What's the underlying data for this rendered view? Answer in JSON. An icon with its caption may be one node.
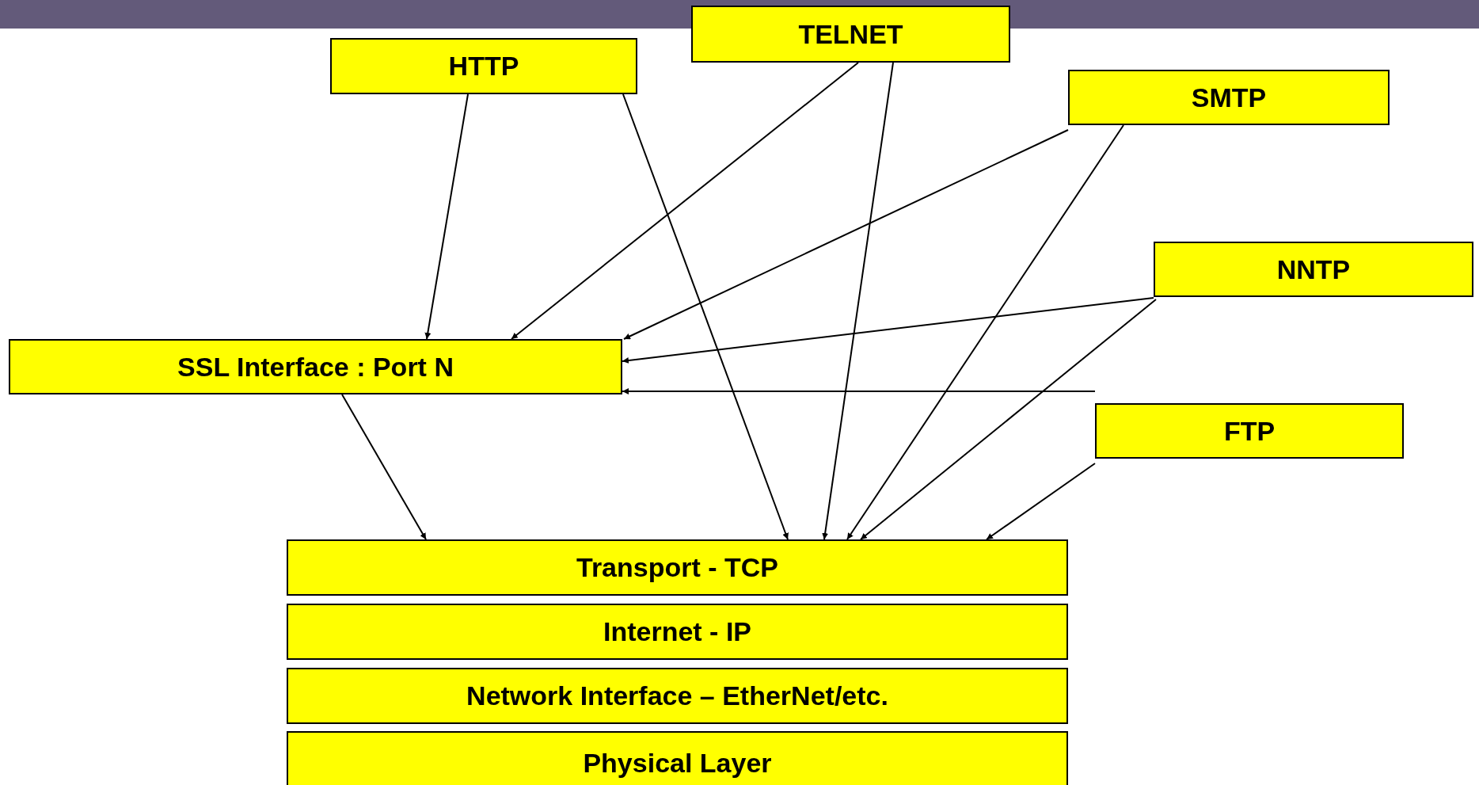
{
  "diagram": {
    "nodes": [
      {
        "text": [
          "TELNET"
        ]
      },
      {
        "text": [
          "HTTP"
        ]
      },
      {
        "text": [
          "SMTP"
        ]
      },
      {
        "text": [
          "NNTP"
        ]
      },
      {
        "text": [
          "SSL Interface : Port N"
        ]
      },
      {
        "text": [
          "FTP"
        ]
      },
      {
        "text": [
          "Transport - TCP"
        ]
      },
      {
        "text": [
          "Internet - IP"
        ]
      },
      {
        "text": [
          "Network Interface – EtherNet/etc."
        ]
      },
      {
        "text": [
          "Physical Layer"
        ]
      }
    ],
    "edges": [
      {
        "from": 1,
        "to": 4,
        "arrow": "to"
      },
      {
        "from": 1,
        "to": 6,
        "arrow": "to"
      },
      {
        "from": 0,
        "to": 4,
        "arrow": "to"
      },
      {
        "from": 0,
        "to": 6,
        "arrow": "to"
      },
      {
        "from": 2,
        "to": 4,
        "arrow": "to"
      },
      {
        "from": 2,
        "to": 6,
        "arrow": "to"
      },
      {
        "from": 3,
        "to": 4,
        "arrow": "to"
      },
      {
        "from": 3,
        "to": 6,
        "arrow": "to"
      },
      {
        "from": 5,
        "to": 4,
        "arrow": "to"
      },
      {
        "from": 5,
        "to": 6,
        "arrow": "to"
      },
      {
        "from": 4,
        "to": 6,
        "arrow": "to"
      }
    ]
  }
}
